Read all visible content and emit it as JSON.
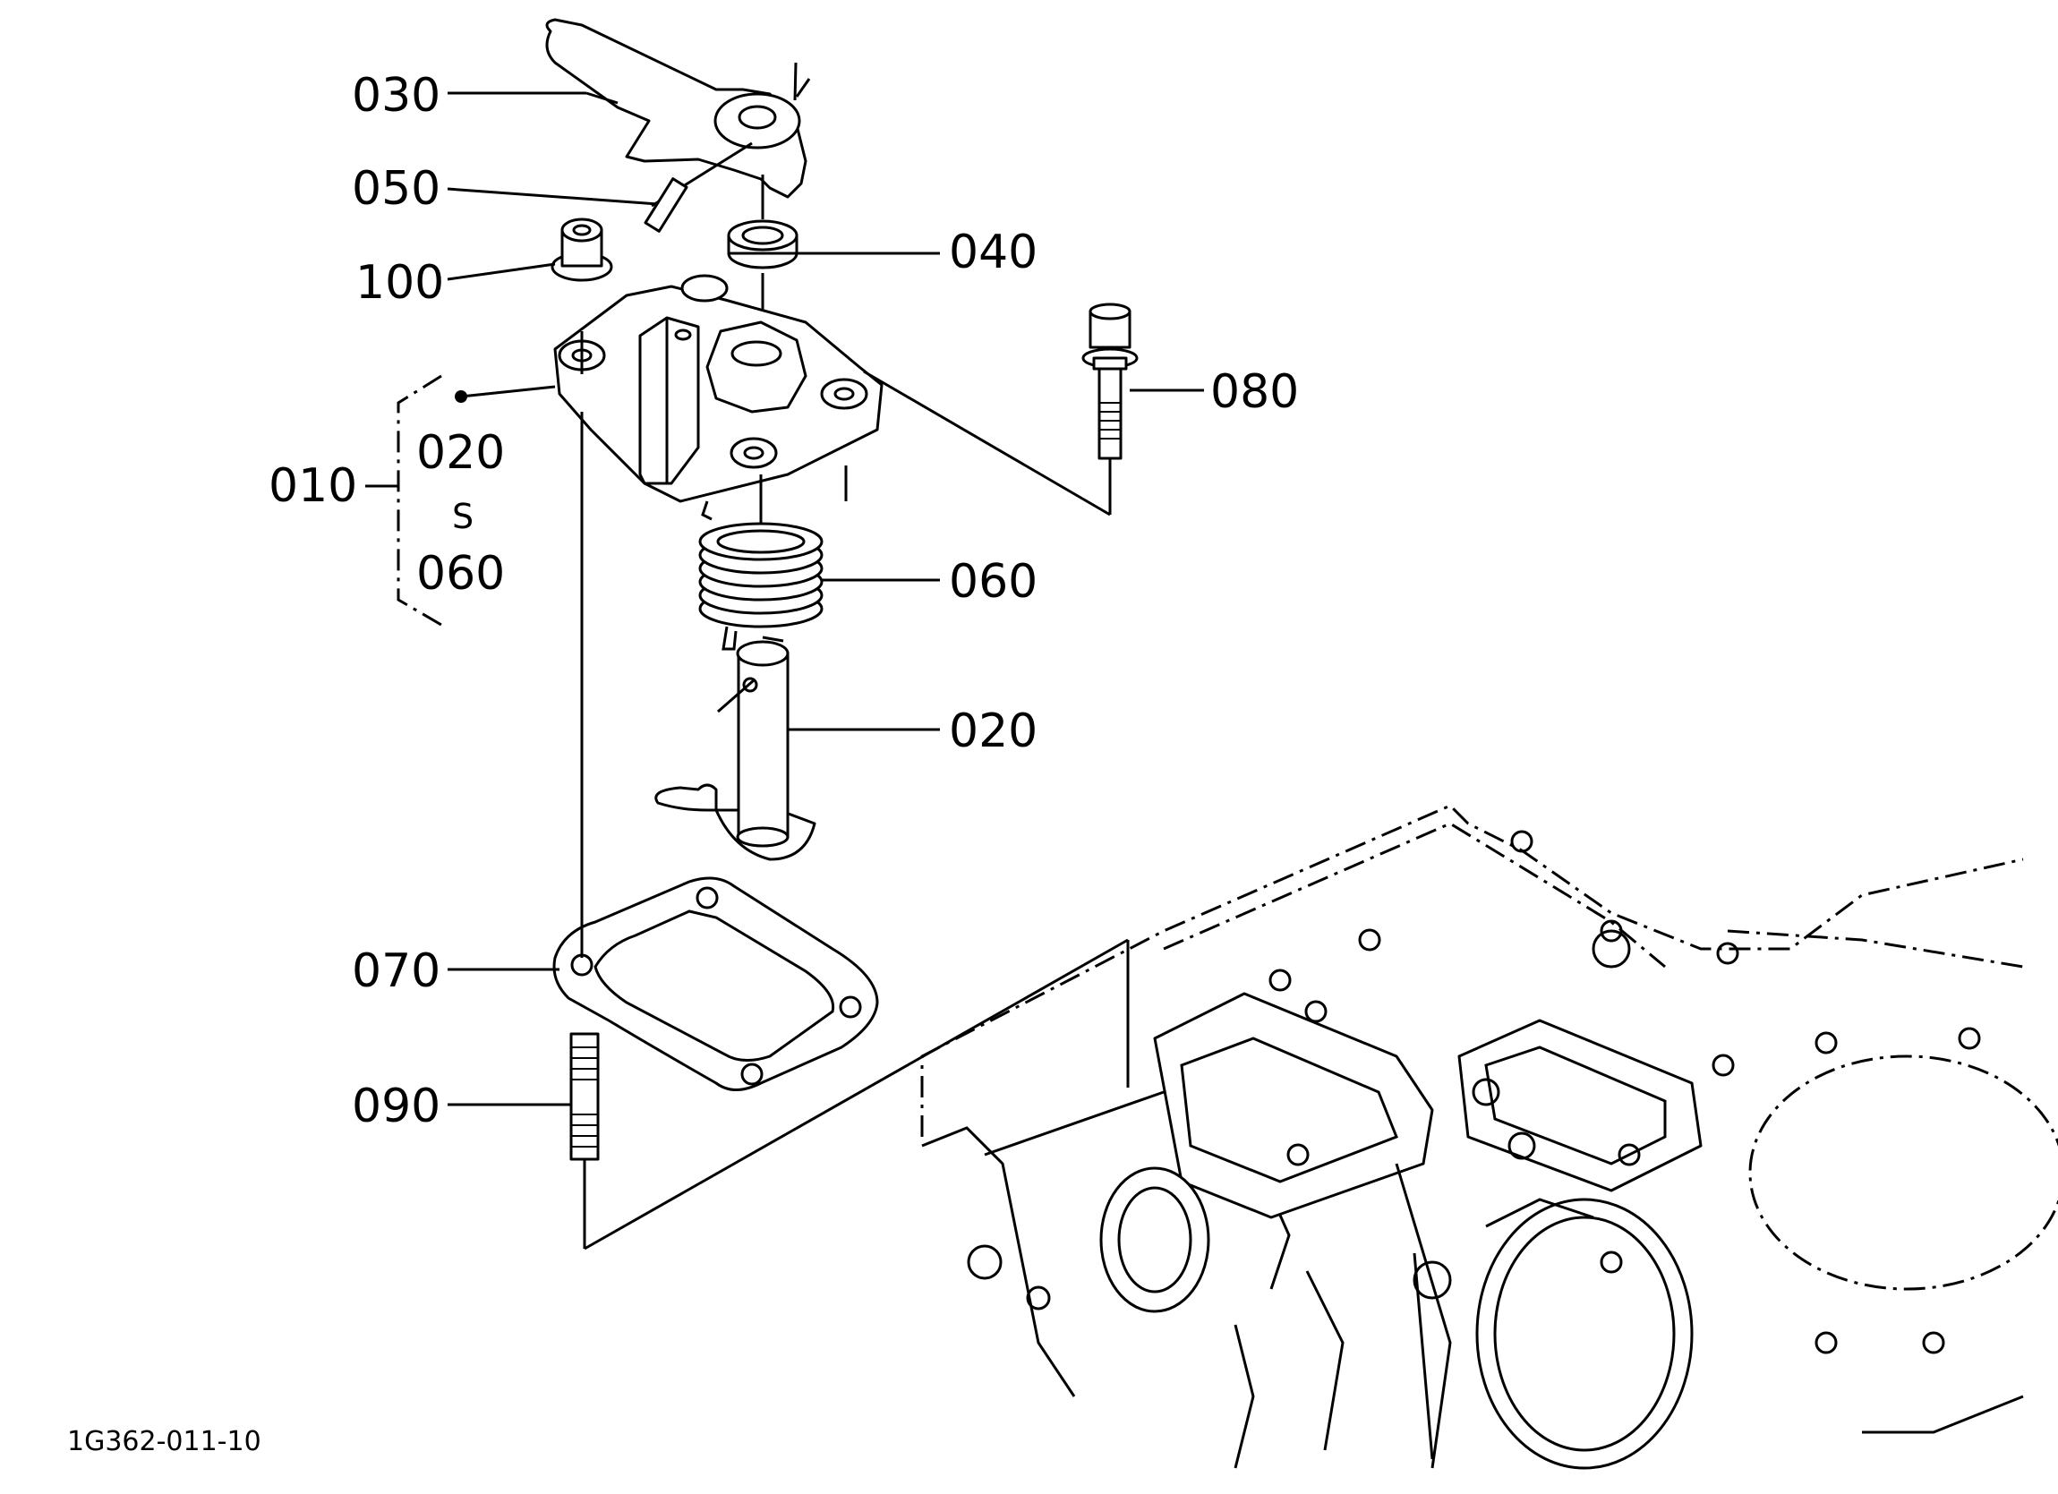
{
  "diagram": {
    "reference_code": "1G362-011-10",
    "callouts": [
      {
        "id": "030",
        "text": "030"
      },
      {
        "id": "050",
        "text": "050"
      },
      {
        "id": "100",
        "text": "100"
      },
      {
        "id": "040",
        "text": "040"
      },
      {
        "id": "080",
        "text": "080"
      },
      {
        "id": "010",
        "text": "010"
      },
      {
        "id": "020a",
        "text": "020"
      },
      {
        "id": "range_sep",
        "text": "S"
      },
      {
        "id": "060a",
        "text": "060"
      },
      {
        "id": "060",
        "text": "060"
      },
      {
        "id": "020",
        "text": "020"
      },
      {
        "id": "070",
        "text": "070"
      },
      {
        "id": "090",
        "text": "090"
      }
    ]
  }
}
